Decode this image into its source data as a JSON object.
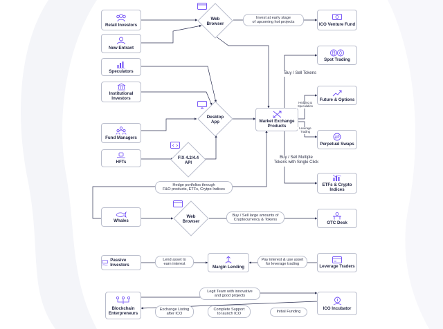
{
  "nodes": {
    "retail_investors": "Retail Investors",
    "new_entrant": "New Entrant",
    "speculators": "Speculators",
    "institutional_investors": "Institutional\nInvestors",
    "fund_managers": "Fund Managers",
    "hfts": "HFTs",
    "whales": "Whales",
    "passive_investors": "Passive Investors",
    "blockchain_entrepreneurs": "Blockchain\nEnterpreneurs",
    "web_browser_top": "Web\nBrowser",
    "desktop_app": "Desktop\nApp",
    "fix_api": "FIX 4.2/4.4\nAPI",
    "web_browser_bottom": "Web\nBrowser",
    "market_exchange_products": "Market Exchange\nProducts",
    "margin_lending": "Margin Lending",
    "ico_venture_fund": "ICO Venture Fund",
    "spot_trading": "Spot Trading",
    "future_options": "Future & Options",
    "perpetual_swaps": "Perpetual Swaps",
    "etfs_crypto_indices": "ETFs & Crypto\nIndices",
    "otc_desk": "OTC Desk",
    "leverage_traders": "Leverage Traders",
    "ico_incubator": "ICO Incubator"
  },
  "edge_labels": {
    "invest_early": "Invest at early stage\nof upcoming hot projects",
    "buy_sell_tokens": "Buy / Sell Tokens",
    "hedging": "Hedging &\nSpeculation",
    "leverage_trading": "Leverage\nTrading",
    "buy_sell_multiple": "Buy / Sell Multiple\nTokens with Single Click",
    "hedge_portfolios": "Hedge portfolios through\nF&O products, ETFs, Crytpo Indices",
    "buy_sell_large": "Buy / Sell large amounts of\nCryptocurrency & Tokens",
    "lend_asset": "Lend asset to\nearn interest",
    "pay_interest": "Pay interest & use asset\nfor leverage trading",
    "legit_team": "Legit Team with innovative\nand good projects",
    "exchange_listing": "Exchange Listing\nafter ICO",
    "complete_support": "Complete Support\nto launch ICO",
    "initial_funding": "Initial Funding"
  },
  "colors": {
    "accent": "#6e4cf5",
    "border": "#b9bdcc",
    "line": "#2c3052",
    "background_shape": "#f3f4f8"
  },
  "icons": {
    "retail_investors": "people-group-icon",
    "new_entrant": "person-icon",
    "speculators": "chart-bars-icon",
    "institutional_investors": "bank-icon",
    "fund_managers": "team-icon",
    "hfts": "hand-chip-icon",
    "whales": "whale-icon",
    "passive_investors": "hand-money-icon",
    "blockchain_entrepreneurs": "network-people-icon",
    "web_browser": "browser-window-icon",
    "desktop_app": "monitor-icon",
    "fix_api": "code-window-icon",
    "market_exchange_products": "arrows-exchange-icon",
    "margin_lending": "person-up-icon",
    "ico_venture_fund": "coin-screen-icon",
    "spot_trading": "coins-icon",
    "future_options": "trend-arrow-icon",
    "perpetual_swaps": "swap-coin-icon",
    "etfs_crypto_indices": "bar-chart-icon",
    "otc_desk": "desk-icon",
    "leverage_traders": "card-icon",
    "ico_incubator": "coin-hand-icon"
  }
}
